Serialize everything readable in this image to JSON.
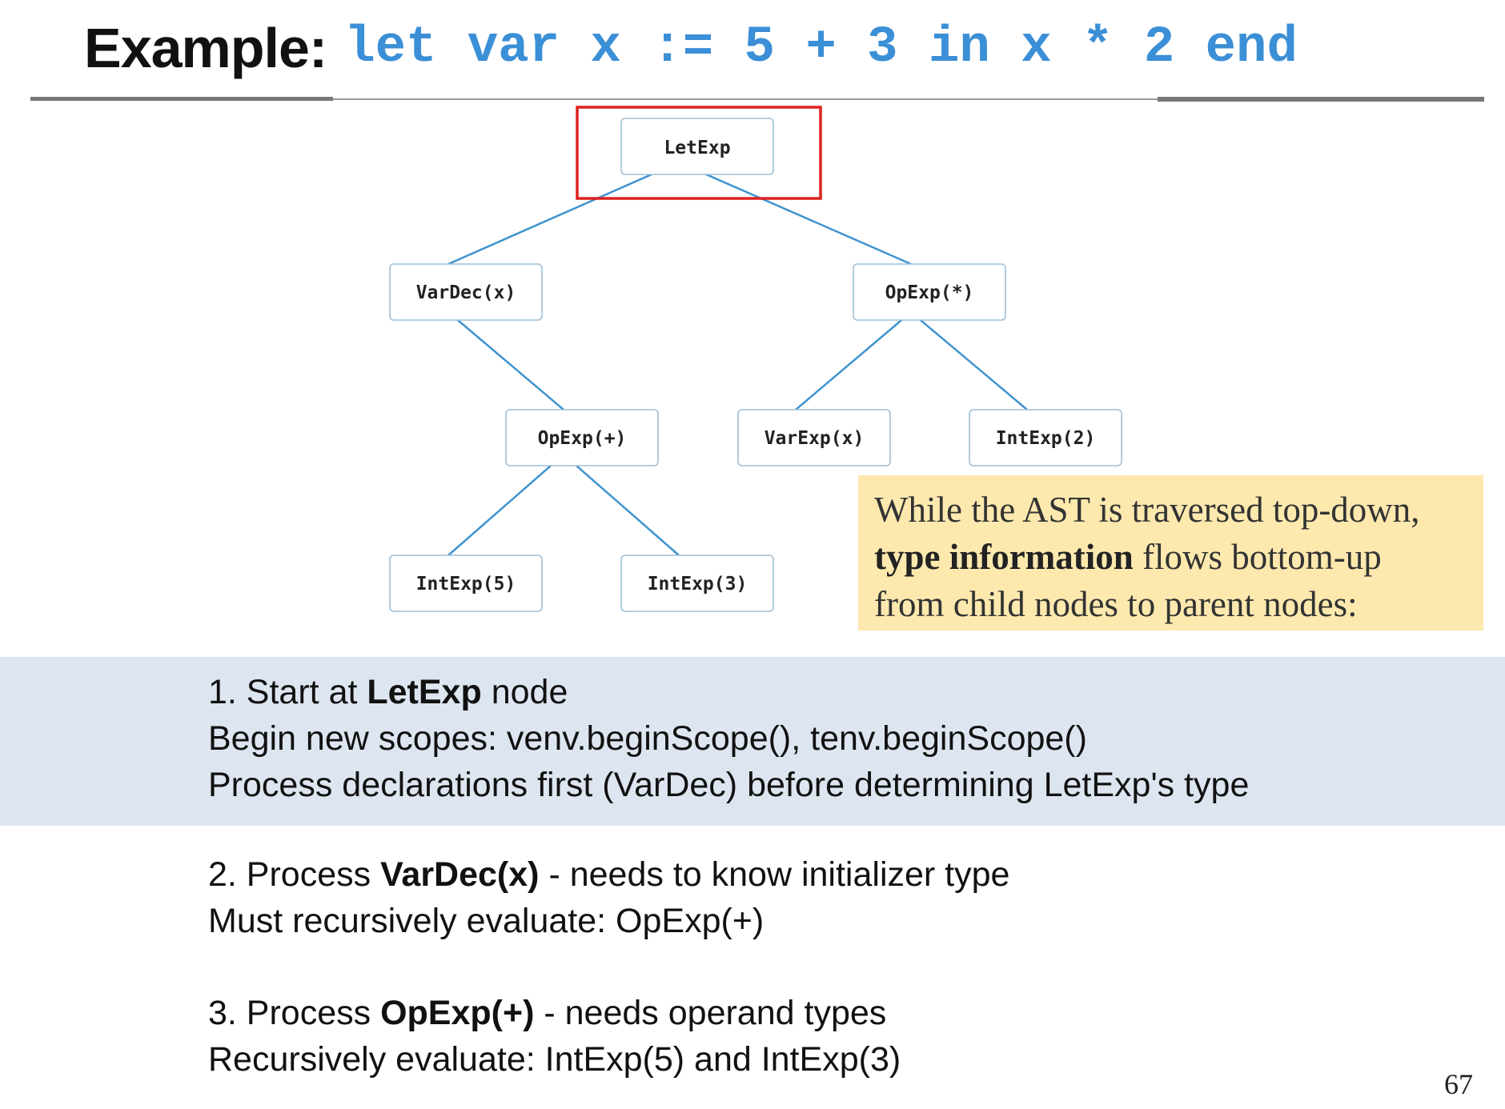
{
  "header": {
    "label": "Example:",
    "code": "let var x := 5 + 3 in x * 2 end"
  },
  "tree": {
    "root": "LetExp",
    "nodes": {
      "letexp": "LetExp",
      "vardec": "VarDec(x)",
      "opexp_mul": "OpExp(*)",
      "opexp_add": "OpExp(+)",
      "varexp": "VarExp(x)",
      "intexp2": "IntExp(2)",
      "intexp5": "IntExp(5)",
      "intexp3": "IntExp(3)"
    },
    "highlighted": "LetExp",
    "edges": [
      [
        "LetExp",
        "VarDec(x)"
      ],
      [
        "LetExp",
        "OpExp(*)"
      ],
      [
        "VarDec(x)",
        "OpExp(+)"
      ],
      [
        "OpExp(*)",
        "VarExp(x)"
      ],
      [
        "OpExp(*)",
        "IntExp(2)"
      ],
      [
        "OpExp(+)",
        "IntExp(5)"
      ],
      [
        "OpExp(+)",
        "IntExp(3)"
      ]
    ]
  },
  "note": {
    "line1": "While the AST is traversed top-down,",
    "bold": "type information",
    "line2_rest": " flows bottom-up",
    "line3": "from child nodes to parent nodes:"
  },
  "steps": [
    {
      "prefix": "1. Start at ",
      "bold": "LetExp",
      "suffix": " node",
      "lines": [
        "Begin new scopes: venv.beginScope(), tenv.beginScope()",
        "Process declarations first (VarDec) before determining LetExp's type"
      ]
    },
    {
      "prefix": "2. Process ",
      "bold": "VarDec(x)",
      "suffix": " - needs to know initializer type",
      "lines": [
        "Must recursively evaluate: OpExp(+)"
      ]
    },
    {
      "prefix": "3. Process ",
      "bold": "OpExp(+)",
      "suffix": " - needs operand types",
      "lines": [
        "Recursively evaluate: IntExp(5) and IntExp(3)"
      ]
    }
  ],
  "page_number": "67",
  "colors": {
    "code": "#3b8fd6",
    "edge": "#3f93cf",
    "highlight": "#e02020",
    "note_bg": "#fde9ae",
    "band_bg": "#dde6f0"
  }
}
